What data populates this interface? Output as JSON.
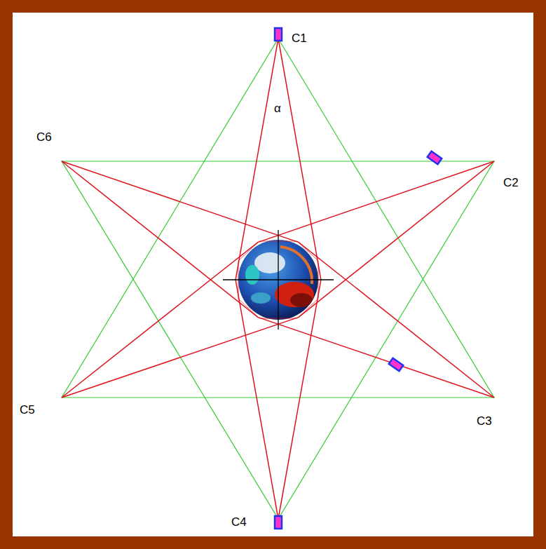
{
  "diagram": {
    "labels": [
      "C1",
      "C2",
      "C3",
      "C4",
      "C5",
      "C6",
      "α"
    ]
  }
}
